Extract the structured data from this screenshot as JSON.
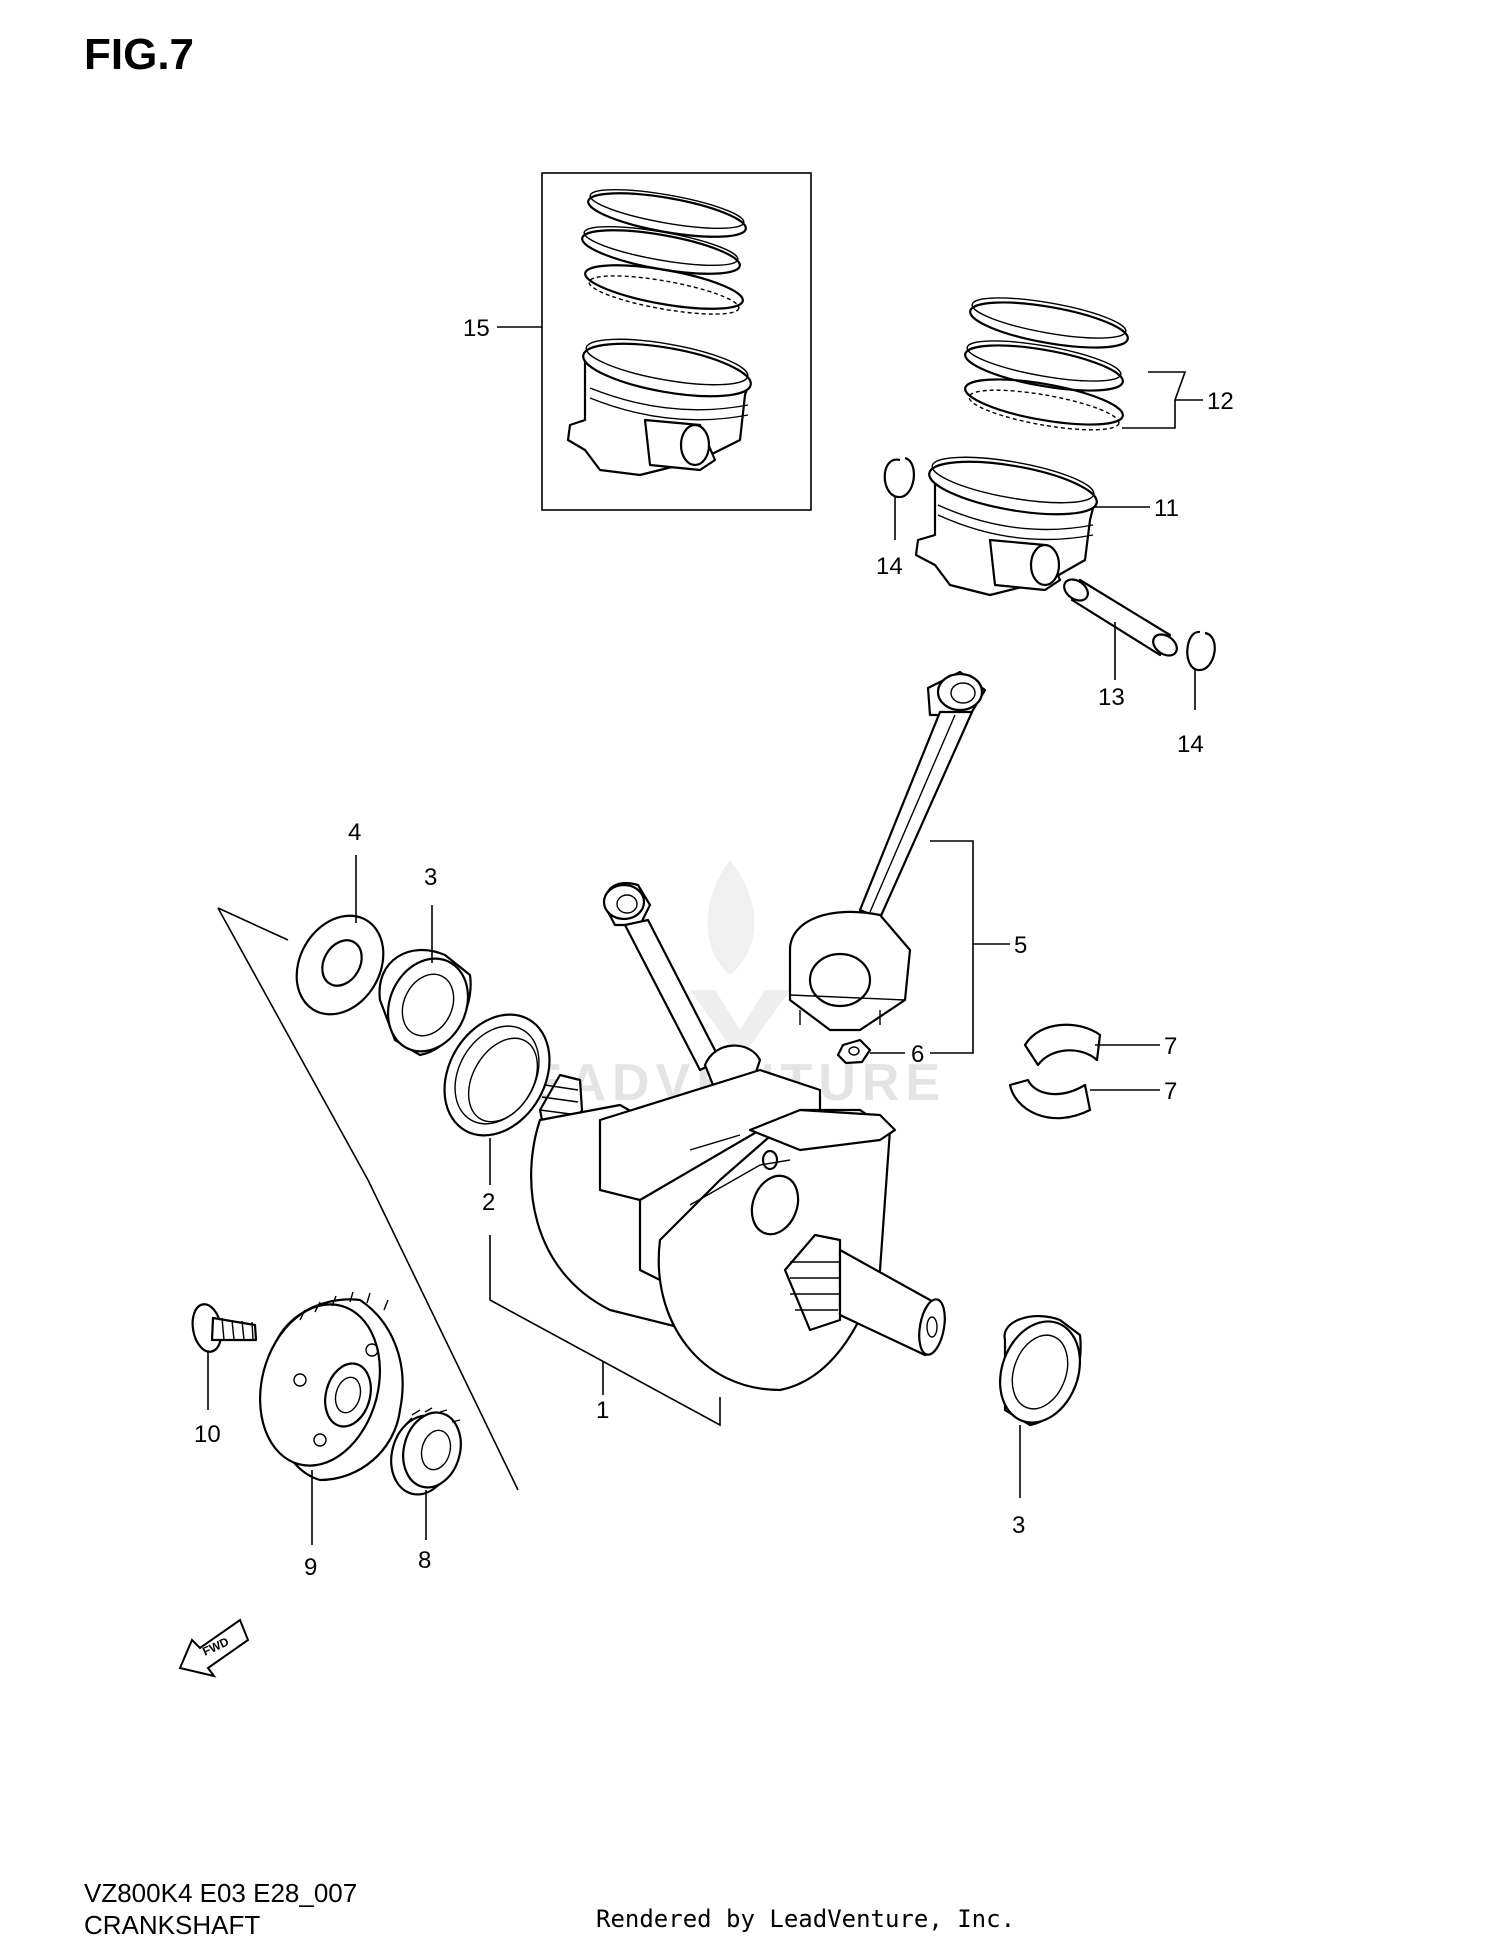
{
  "figure": {
    "title": "FIG.7",
    "model_code": "VZ800K4 E03 E28_007",
    "section_name": "CRANKSHAFT",
    "rendered_by": "Rendered by LeadVenture, Inc.",
    "watermark": "LEADVENTURE",
    "fwd_arrow_text": "FWD"
  },
  "callouts": {
    "c1": "1",
    "c2": "2",
    "c3a": "3",
    "c3b": "3",
    "c4": "4",
    "c5": "5",
    "c6": "6",
    "c7a": "7",
    "c7b": "7",
    "c8": "8",
    "c9": "9",
    "c10": "10",
    "c11": "11",
    "c12": "12",
    "c13": "13",
    "c14a": "14",
    "c14b": "14",
    "c15": "15"
  }
}
